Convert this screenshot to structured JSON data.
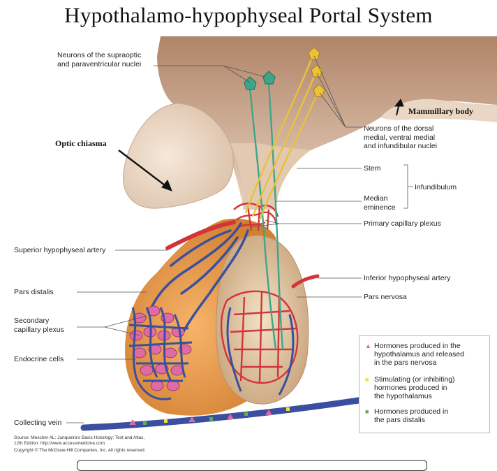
{
  "title": "Hypothalamo-hypophyseal  Portal System",
  "labels": {
    "supraoptic": "Neurons of the supraoptic\nand paraventricular nuclei",
    "mammillary": "Mammillary body",
    "optic": "Optic chiasma",
    "dorsal": "Neurons of the dorsal\nmedial, ventral medial\nand infundibular nuclei",
    "stem": "Stem",
    "infundibulum": "Infundibulum",
    "median": "Median\neminence",
    "primary": "Primary capillary plexus",
    "superior": "Superior hypophyseal artery",
    "inferior": "Inferior hypophyseal artery",
    "pars_distalis": "Pars distalis",
    "pars_nervosa": "Pars nervosa",
    "secondary": "Secondary\ncapillary plexus",
    "endocrine": "Endocrine cells",
    "collecting": "Collecting vein"
  },
  "legend": [
    {
      "symbol": "▲",
      "color": "#d96aa0",
      "text": "Hormones produced in the\nhypothalamus and released\nin the pars nervosa"
    },
    {
      "symbol": "■",
      "color": "#f2e03c",
      "text": "Stimulating (or inhibiting)\nhormones produced in\nthe hypothalamus"
    },
    {
      "symbol": "■",
      "color": "#5fb04a",
      "text": "Hormones produced in\nthe pars distalis"
    }
  ],
  "source": {
    "line1": "Source: Mescher AL: Junqueira's Basic Histology: Text and Atlas,",
    "line2": "12th Edition: http://www.accessmedicine.com",
    "line3": "Copyright © The McGraw-Hill Companies, Inc. All rights reserved."
  },
  "colors": {
    "brain": "#c9a48a",
    "brain_dark": "#a77e63",
    "pituitary": "#e79a4a",
    "nervosa": "#d9b98a",
    "vein": "#3a4fa0",
    "artery": "#d3343a",
    "cells": "#e06aa6",
    "neuron_green": "#3fa58a",
    "neuron_yellow": "#e9c23a"
  }
}
